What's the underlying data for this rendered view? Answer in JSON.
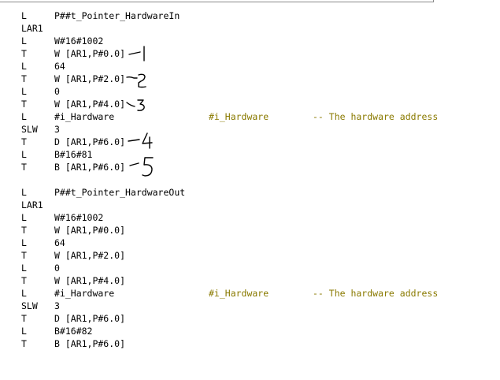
{
  "block1": [
    {
      "op": "L",
      "arg": "P##t_Pointer_HardwareIn"
    },
    {
      "op": "LAR1",
      "arg": ""
    },
    {
      "op": "L",
      "arg": "W#16#1002"
    },
    {
      "op": "T",
      "arg": "W [AR1,P#0.0]"
    },
    {
      "op": "L",
      "arg": "64"
    },
    {
      "op": "T",
      "arg": "W [AR1,P#2.0]"
    },
    {
      "op": "L",
      "arg": "0"
    },
    {
      "op": "T",
      "arg": "W [AR1,P#4.0]"
    },
    {
      "op": "L",
      "arg": "#i_Hardware",
      "symbol": "#i_Hardware",
      "comment": "-- The hardware address"
    },
    {
      "op": "SLW",
      "arg": "3"
    },
    {
      "op": "T",
      "arg": "D [AR1,P#6.0]"
    },
    {
      "op": "L",
      "arg": "B#16#81"
    },
    {
      "op": "T",
      "arg": "B [AR1,P#6.0]"
    }
  ],
  "block2": [
    {
      "op": "L",
      "arg": "P##t_Pointer_HardwareOut"
    },
    {
      "op": "LAR1",
      "arg": ""
    },
    {
      "op": "L",
      "arg": "W#16#1002"
    },
    {
      "op": "T",
      "arg": "W [AR1,P#0.0]"
    },
    {
      "op": "L",
      "arg": "64"
    },
    {
      "op": "T",
      "arg": "W [AR1,P#2.0]"
    },
    {
      "op": "L",
      "arg": "0"
    },
    {
      "op": "T",
      "arg": "W [AR1,P#4.0]"
    },
    {
      "op": "L",
      "arg": "#i_Hardware",
      "symbol": "#i_Hardware",
      "comment": "-- The hardware address"
    },
    {
      "op": "SLW",
      "arg": "3"
    },
    {
      "op": "T",
      "arg": "D [AR1,P#6.0]"
    },
    {
      "op": "L",
      "arg": "B#16#82"
    },
    {
      "op": "T",
      "arg": "B [AR1,P#6.0]"
    }
  ],
  "annotations": [
    "1",
    "2",
    "3",
    "4",
    "5"
  ],
  "colors": {
    "text": "#000000",
    "symbol_comment": "#8a7a00"
  }
}
